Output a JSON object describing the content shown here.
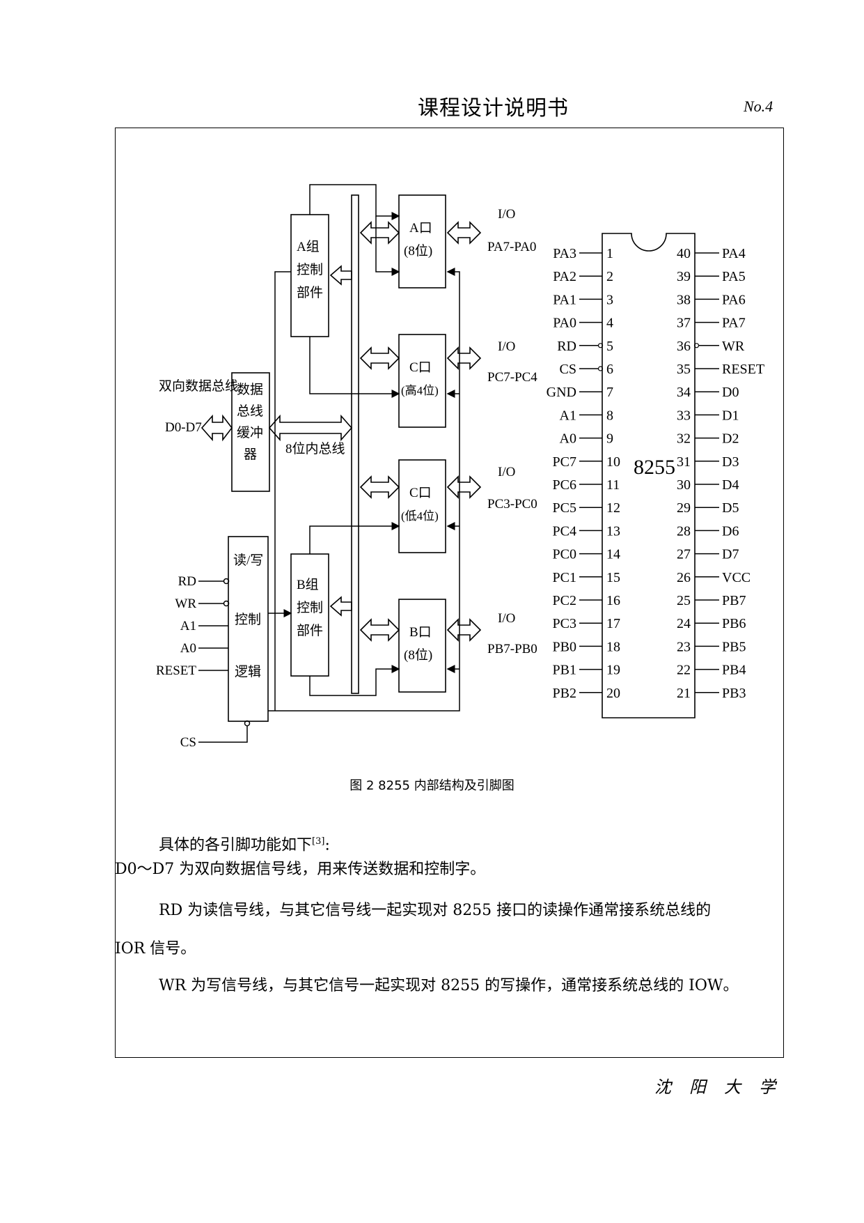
{
  "header": {
    "title": "课程设计说明书",
    "page_no": "No.4"
  },
  "figure": {
    "caption": "图 2 8255 内部结构及引脚图",
    "internal": {
      "bus_label_left": "双向数据总线",
      "bus_pins_left": "D0-D7",
      "buffer_label": [
        "数据",
        "总线",
        "缓冲",
        "器"
      ],
      "internal_bus_label": "8位内总线",
      "group_a": [
        "A组",
        "控制",
        "部件"
      ],
      "group_b": [
        "B组",
        "控制",
        "部件"
      ],
      "rw_logic": [
        "读/写",
        "控制",
        "逻辑"
      ],
      "port_a": [
        "A口",
        "(8位)"
      ],
      "port_c_high": [
        "C口",
        "(高4位)"
      ],
      "port_c_low": [
        "C口",
        "(低4位)"
      ],
      "port_b": [
        "B口",
        "(8位)"
      ],
      "io_label": "I/O",
      "io_a": "PA7-PA0",
      "io_ch": "PC7-PC4",
      "io_cl": "PC3-PC0",
      "io_b": "PB7-PB0",
      "ctrl_inputs": [
        "RD",
        "WR",
        "A1",
        "A0",
        "RESET"
      ],
      "cs_input": "CS"
    },
    "chip": {
      "name": "8255",
      "left_pins": [
        {
          "num": "1",
          "name": "PA3"
        },
        {
          "num": "2",
          "name": "PA2"
        },
        {
          "num": "3",
          "name": "PA1"
        },
        {
          "num": "4",
          "name": "PA0"
        },
        {
          "num": "5",
          "name": "RD"
        },
        {
          "num": "6",
          "name": "CS"
        },
        {
          "num": "7",
          "name": "GND"
        },
        {
          "num": "8",
          "name": "A1"
        },
        {
          "num": "9",
          "name": "A0"
        },
        {
          "num": "10",
          "name": "PC7"
        },
        {
          "num": "11",
          "name": "PC6"
        },
        {
          "num": "12",
          "name": "PC5"
        },
        {
          "num": "13",
          "name": "PC4"
        },
        {
          "num": "14",
          "name": "PC0"
        },
        {
          "num": "15",
          "name": "PC1"
        },
        {
          "num": "16",
          "name": "PC2"
        },
        {
          "num": "17",
          "name": "PC3"
        },
        {
          "num": "18",
          "name": "PB0"
        },
        {
          "num": "19",
          "name": "PB1"
        },
        {
          "num": "20",
          "name": "PB2"
        }
      ],
      "right_pins": [
        {
          "num": "40",
          "name": "PA4"
        },
        {
          "num": "39",
          "name": "PA5"
        },
        {
          "num": "38",
          "name": "PA6"
        },
        {
          "num": "37",
          "name": "PA7"
        },
        {
          "num": "36",
          "name": "WR"
        },
        {
          "num": "35",
          "name": "RESET"
        },
        {
          "num": "34",
          "name": "D0"
        },
        {
          "num": "33",
          "name": "D1"
        },
        {
          "num": "32",
          "name": "D2"
        },
        {
          "num": "31",
          "name": "D3"
        },
        {
          "num": "30",
          "name": "D4"
        },
        {
          "num": "29",
          "name": "D5"
        },
        {
          "num": "28",
          "name": "D6"
        },
        {
          "num": "27",
          "name": "D7"
        },
        {
          "num": "26",
          "name": "VCC"
        },
        {
          "num": "25",
          "name": "PB7"
        },
        {
          "num": "24",
          "name": "PB6"
        },
        {
          "num": "23",
          "name": "PB5"
        },
        {
          "num": "22",
          "name": "PB4"
        },
        {
          "num": "21",
          "name": "PB3"
        }
      ]
    }
  },
  "body": {
    "p1": "具体的各引脚功能如下",
    "p1_ref": "[3]",
    "p1_end": ":",
    "p2": "D0～D7 为双向数据信号线，用来传送数据和控制字。",
    "p3a": "RD 为读信号线，与其它信号线一起实现对 8255 接口的读操作通常接系统总线的",
    "p3b": "IOR 信号。",
    "p4": "WR 为写信号线，与其它信号一起实现对 8255 的写操作，通常接系统总线的 IOW。"
  },
  "footer": "沈阳大学"
}
